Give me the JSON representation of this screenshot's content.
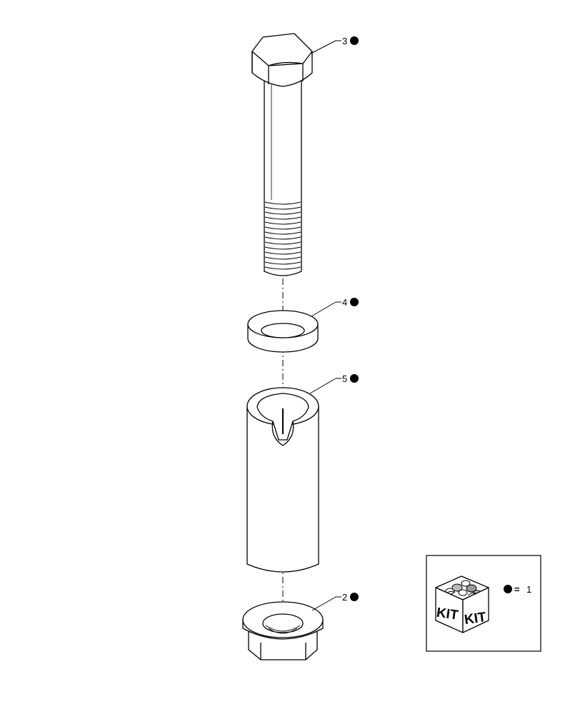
{
  "callouts": [
    {
      "id": "bolt",
      "number": "3"
    },
    {
      "id": "washer",
      "number": "4"
    },
    {
      "id": "sleeve",
      "number": "5"
    },
    {
      "id": "nut",
      "number": "2"
    }
  ],
  "kit_legend": {
    "box_label_left": "KIT",
    "box_label_right": "KIT",
    "equals_sign": "=",
    "value": "1"
  },
  "colors": {
    "line": "#000000",
    "background": "#ffffff"
  }
}
